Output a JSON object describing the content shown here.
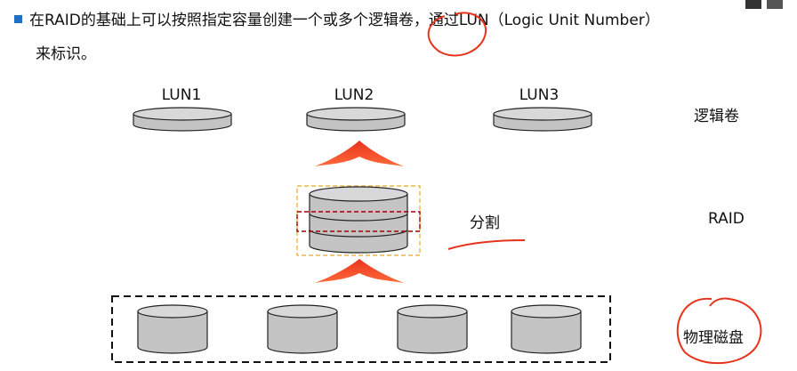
{
  "intro": {
    "text_line1": "在RAID的基础上可以按照指定容量创建一个或多个逻辑卷，通过LUN（Logic Unit Number）",
    "text_line2": "来标识。"
  },
  "diagram": {
    "luns": [
      {
        "label": "LUN1"
      },
      {
        "label": "LUN2"
      },
      {
        "label": "LUN3"
      }
    ],
    "row_labels": {
      "logical_volume": "逻辑卷",
      "raid": "RAID",
      "physical_disk": "物理磁盘"
    },
    "split_label": "分割",
    "physical_disk_count": 4
  },
  "colors": {
    "accent_red": "#e8331c",
    "disk_fill": "#c4c4c4",
    "bullet_blue": "#1f6fc4",
    "dashed_orange": "#f0b44a",
    "dashed_red": "#a00000"
  }
}
